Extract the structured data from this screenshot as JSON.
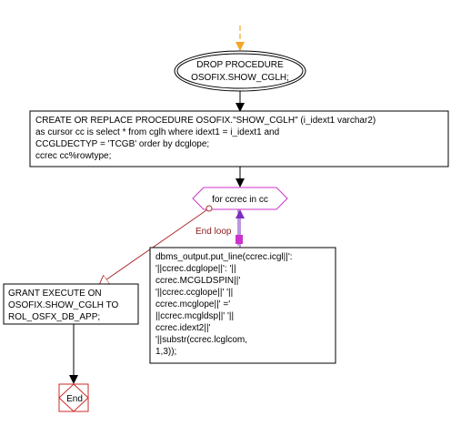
{
  "start": {
    "lines": [
      "DROP PROCEDURE",
      "OSOFIX.SHOW_CGLH;"
    ]
  },
  "create": {
    "lines": [
      "CREATE OR REPLACE PROCEDURE OSOFIX.\"SHOW_CGLH\" (i_idext1 varchar2)",
      "as cursor cc is select * from cglh where idext1 = i_idext1 and",
      "CCGLDECTYP = 'TCGB' order by dcglope;",
      "ccrec cc%rowtype;"
    ]
  },
  "loop": {
    "label": "for ccrec in cc",
    "end_label": "End loop"
  },
  "output": {
    "lines": [
      "dbms_output.put_line(ccrec.icgl||':",
      "'||ccrec.dcglope||': '||",
      "ccrec.MCGLDSPIN||'",
      "'||ccrec.ccglope||' '||",
      "ccrec.mcglope||' ='",
      "||ccrec.mcgldsp||' '||",
      "ccrec.idext2||'",
      "'||substr(ccrec.lcglcom,",
      "1,3));"
    ]
  },
  "grant": {
    "lines": [
      "GRANT EXECUTE ON",
      "OSOFIX.SHOW_CGLH TO",
      "ROL_OSFX_DB_APP;"
    ]
  },
  "end": {
    "label": "End"
  },
  "colors": {
    "entry_arrow": "#f5a623",
    "flow": "#000000",
    "loop_diamond": "#cc33cc",
    "loop_back": "#7b2fbf",
    "end_connector": "#b03030",
    "end_node": "#cc2a2a"
  }
}
